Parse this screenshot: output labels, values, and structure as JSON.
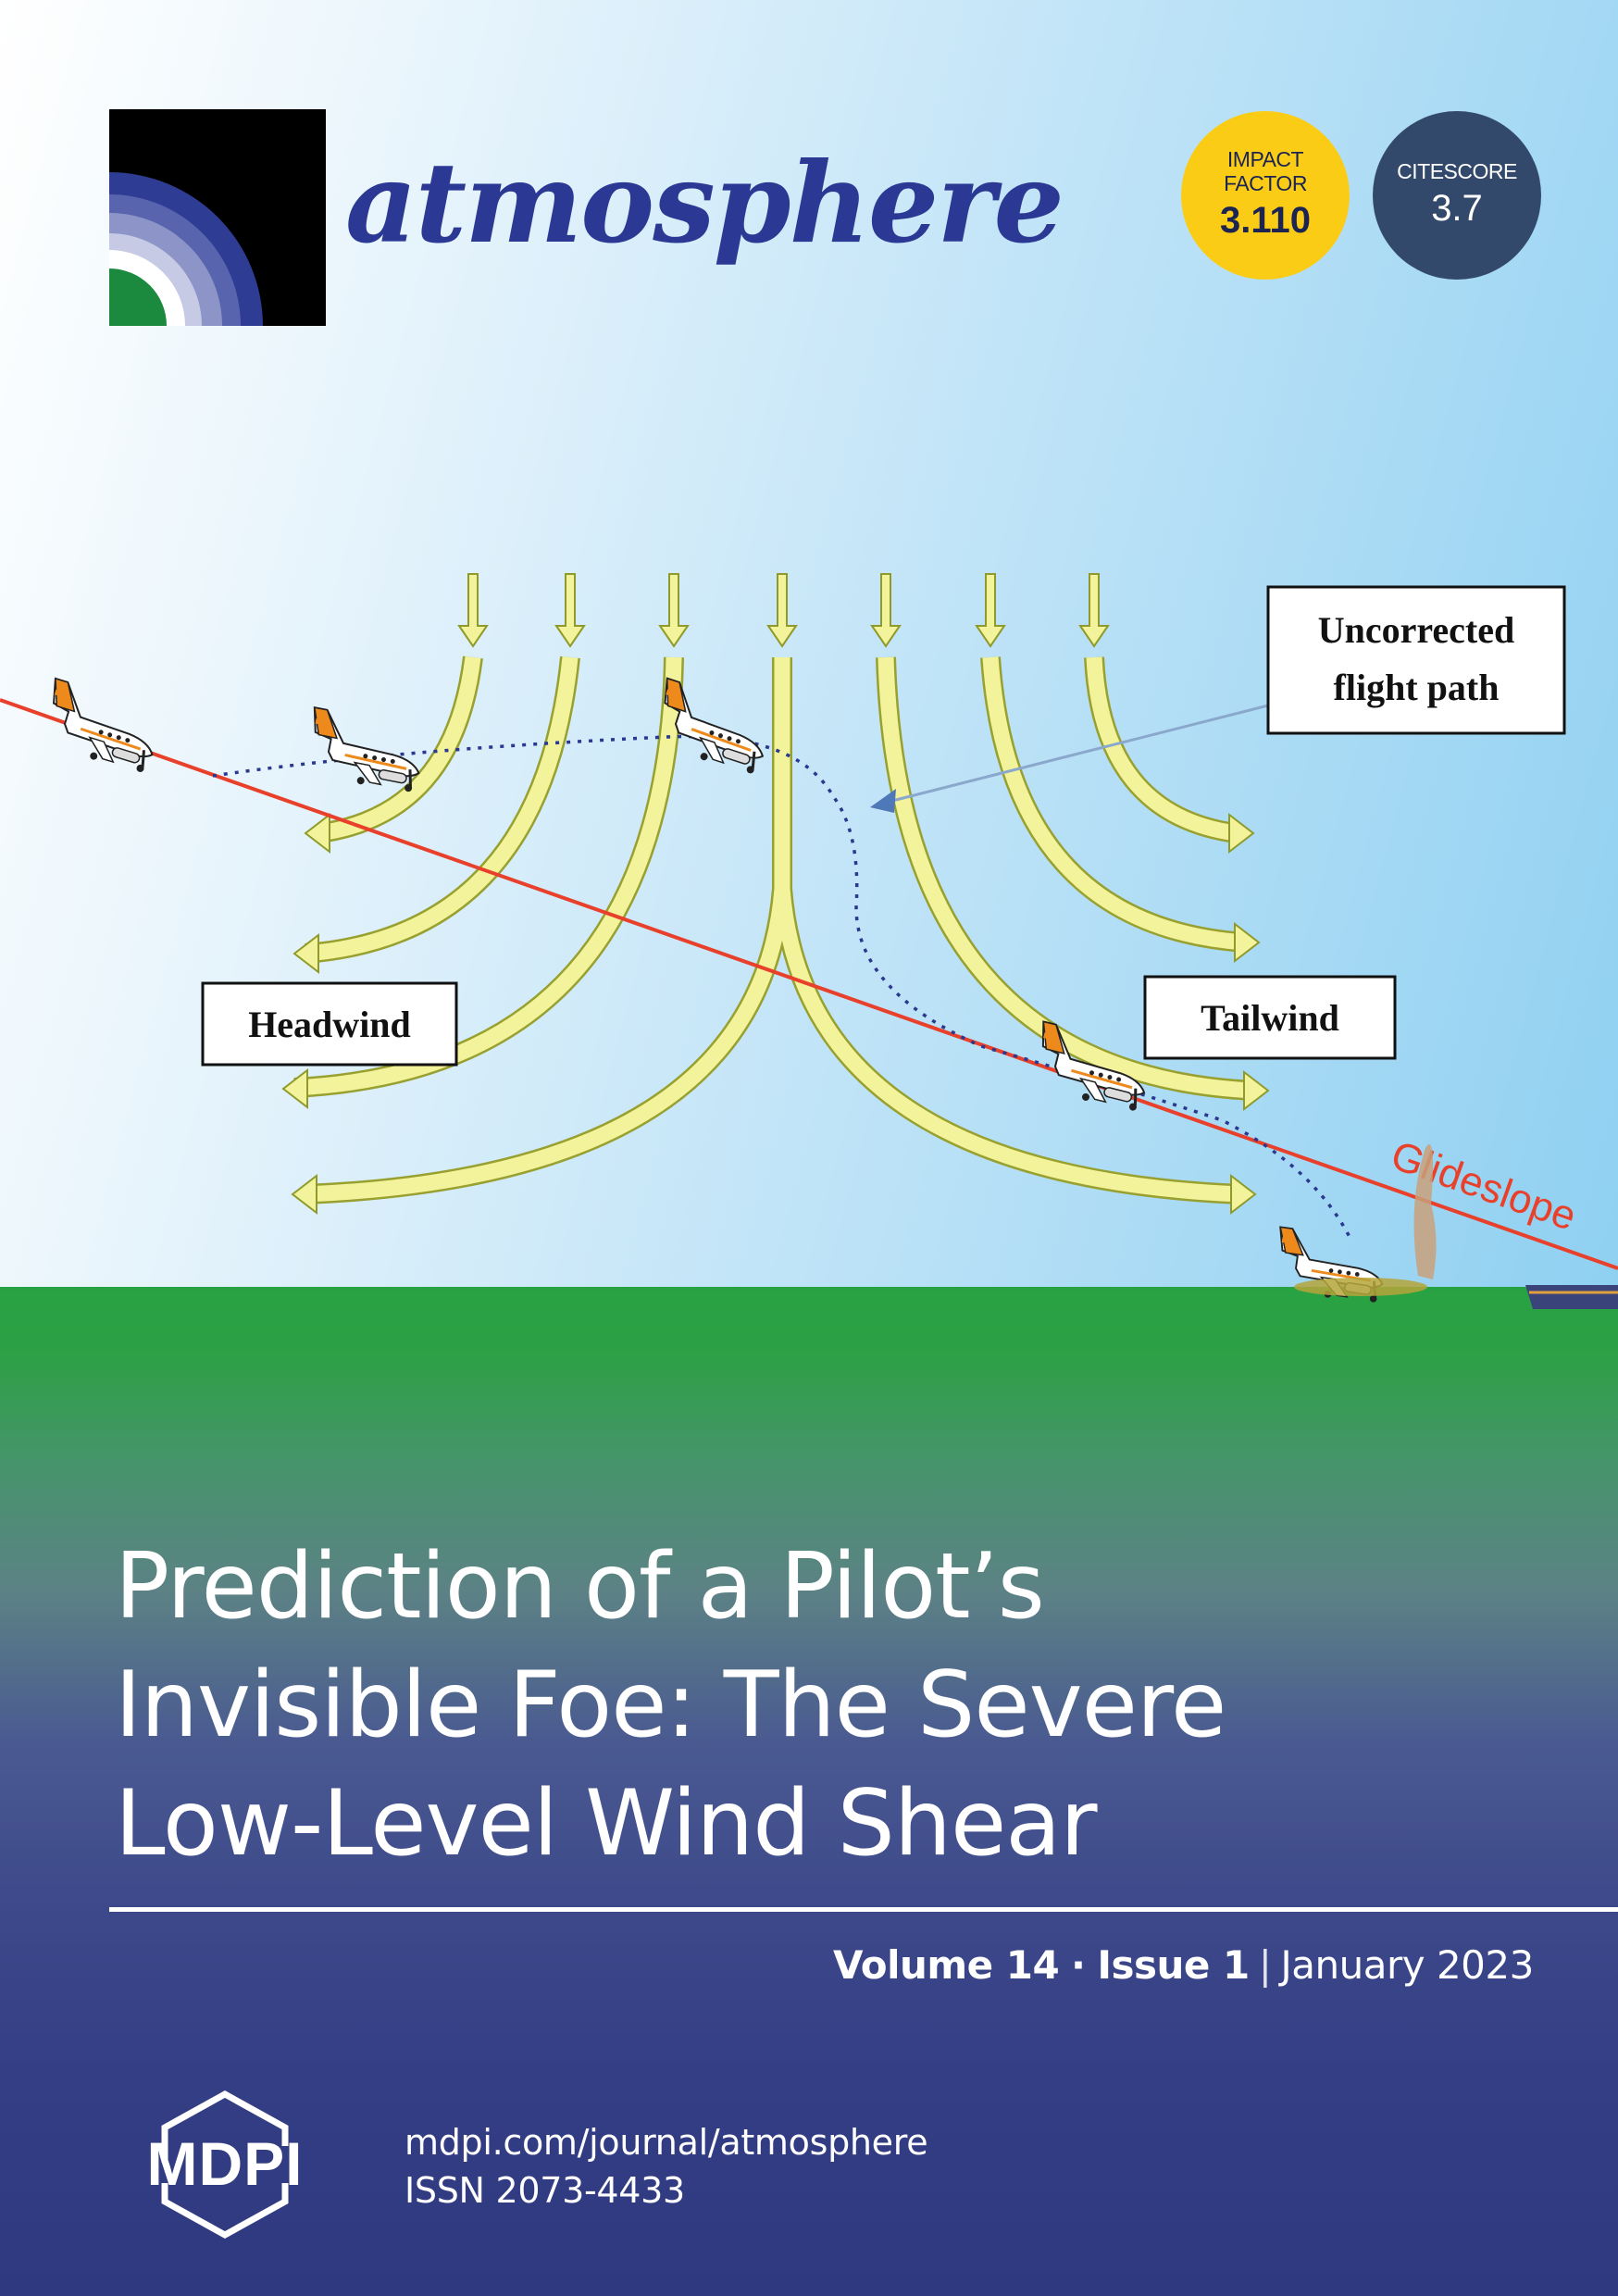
{
  "journal": {
    "name": "atmosphere"
  },
  "metrics": {
    "impact_factor": {
      "label_line1": "IMPACT",
      "label_line2": "FACTOR",
      "value": "3.110"
    },
    "citescore": {
      "label": "CITESCORE",
      "value": "3.7"
    }
  },
  "figure": {
    "headwind_label": "Headwind",
    "tailwind_label": "Tailwind",
    "uncorrected_line1": "Uncorrected",
    "uncorrected_line2": "flight path",
    "glideslope_label": "Glideslope"
  },
  "article": {
    "title_line1": "Prediction of a Pilot’s",
    "title_line2": "Invisible Foe: The Severe",
    "title_line3": "Low-Level Wind Shear"
  },
  "issue": {
    "volume": "Volume 14",
    "dot": "·",
    "issue": "Issue 1",
    "separator": "|",
    "date": "January 2023"
  },
  "publisher": {
    "name": "MDPI",
    "url": "mdpi.com/journal/atmosphere",
    "issn": "ISSN 2073-4433"
  },
  "colors": {
    "journal_blue": "#2b3994",
    "impact_yellow": "#fbcc16",
    "citescore_navy": "#33496c",
    "ground_green": "#27a242",
    "footer_navy": "#2f397f",
    "glideslope_red": "#e8402a",
    "wind_arrow_yellow": "#f3f39b"
  }
}
